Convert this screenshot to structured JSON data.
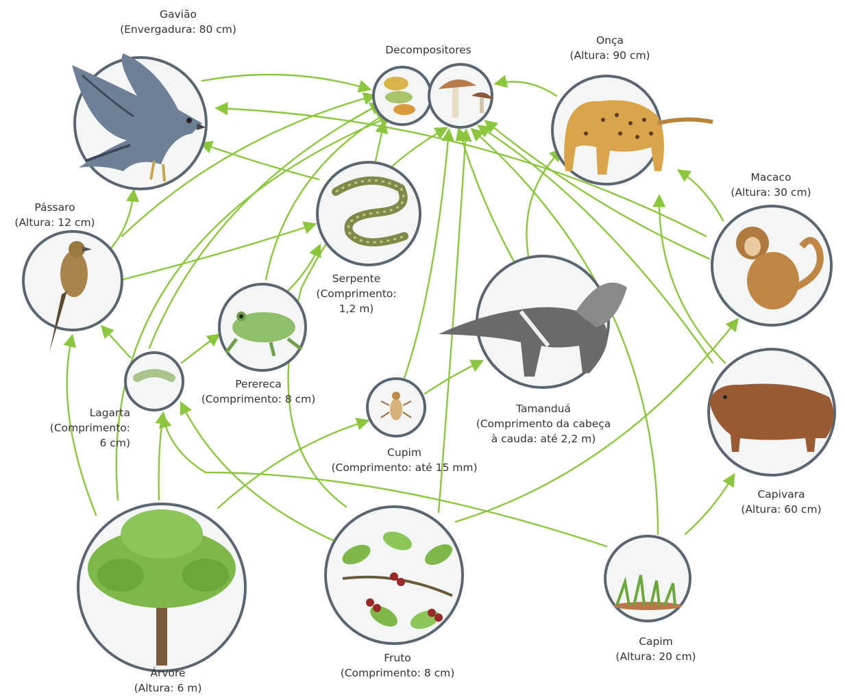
{
  "colors": {
    "arrow": "#8cc63f",
    "ring": "#5b6570",
    "ring_fill": "#f4f6f6",
    "text": "#333333"
  },
  "labels": {
    "gaviao": {
      "name": "Gavião",
      "detail": "(Envergadura: 80 cm)"
    },
    "decompositores": {
      "name": "Decompositores"
    },
    "onca": {
      "name": "Onça",
      "detail": "(Altura: 90 cm)"
    },
    "macaco": {
      "name": "Macaco",
      "detail": "(Altura: 30 cm)"
    },
    "passaro": {
      "name": "Pássaro",
      "detail": "(Altura: 12 cm)"
    },
    "serpente": {
      "name": "Serpente",
      "detail": "(Comprimento:",
      "detail2": "1,2 m)"
    },
    "perereca": {
      "name": "Perereca",
      "detail": "(Comprimento: 8 cm)"
    },
    "lagarta": {
      "name": "Lagarta",
      "detail": "(Comprimento:",
      "detail2": "6 cm)"
    },
    "cupim": {
      "name": "Cupim",
      "detail": "(Comprimento: até 15 mm)"
    },
    "tamandua": {
      "name": "Tamanduá",
      "detail": "(Comprimento da cabeça",
      "detail2": "à cauda: até 2,2 m)"
    },
    "capivara": {
      "name": "Capivara",
      "detail": "(Altura: 60 cm)"
    },
    "arvore": {
      "name": "Árvore",
      "detail": "(Altura: 6 m)"
    },
    "fruto": {
      "name": "Fruto",
      "detail": "(Comprimento: 8 cm)"
    },
    "capim": {
      "name": "Capim",
      "detail": "(Altura: 20 cm)"
    }
  },
  "icons": {
    "gaviao": "hawk-icon",
    "decompositores": "fungi-icon",
    "onca": "jaguar-icon",
    "macaco": "monkey-icon",
    "passaro": "bird-icon",
    "serpente": "snake-icon",
    "perereca": "frog-icon",
    "lagarta": "caterpillar-icon",
    "cupim": "termite-icon",
    "tamandua": "anteater-icon",
    "capivara": "capybara-icon",
    "arvore": "tree-icon",
    "fruto": "fruit-branch-icon",
    "capim": "grass-icon"
  }
}
